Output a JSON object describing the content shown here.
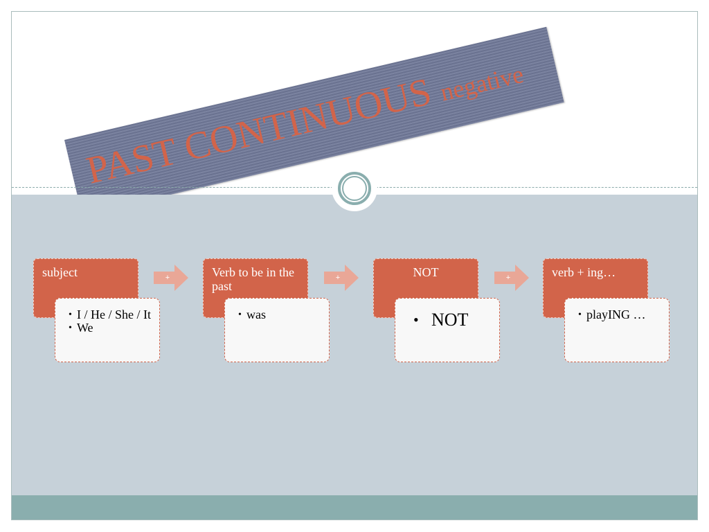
{
  "slide": {
    "title_main": "PAST CONTINUOUS",
    "title_suffix": "negative"
  },
  "colors": {
    "accent": "#d2644a",
    "banner": "#737b99",
    "content_bg": "#c6d1d9",
    "footer": "#8aaeae"
  },
  "steps": [
    {
      "label": "subject",
      "items": [
        "I / He / She / It",
        "We"
      ]
    },
    {
      "label": "Verb to be in the past",
      "items": [
        "was"
      ]
    },
    {
      "label": "NOT",
      "items": [
        "NOT"
      ]
    },
    {
      "label": "verb + ing…",
      "items": [
        "playING …"
      ]
    }
  ],
  "connectors": [
    "+",
    "+",
    "+"
  ]
}
